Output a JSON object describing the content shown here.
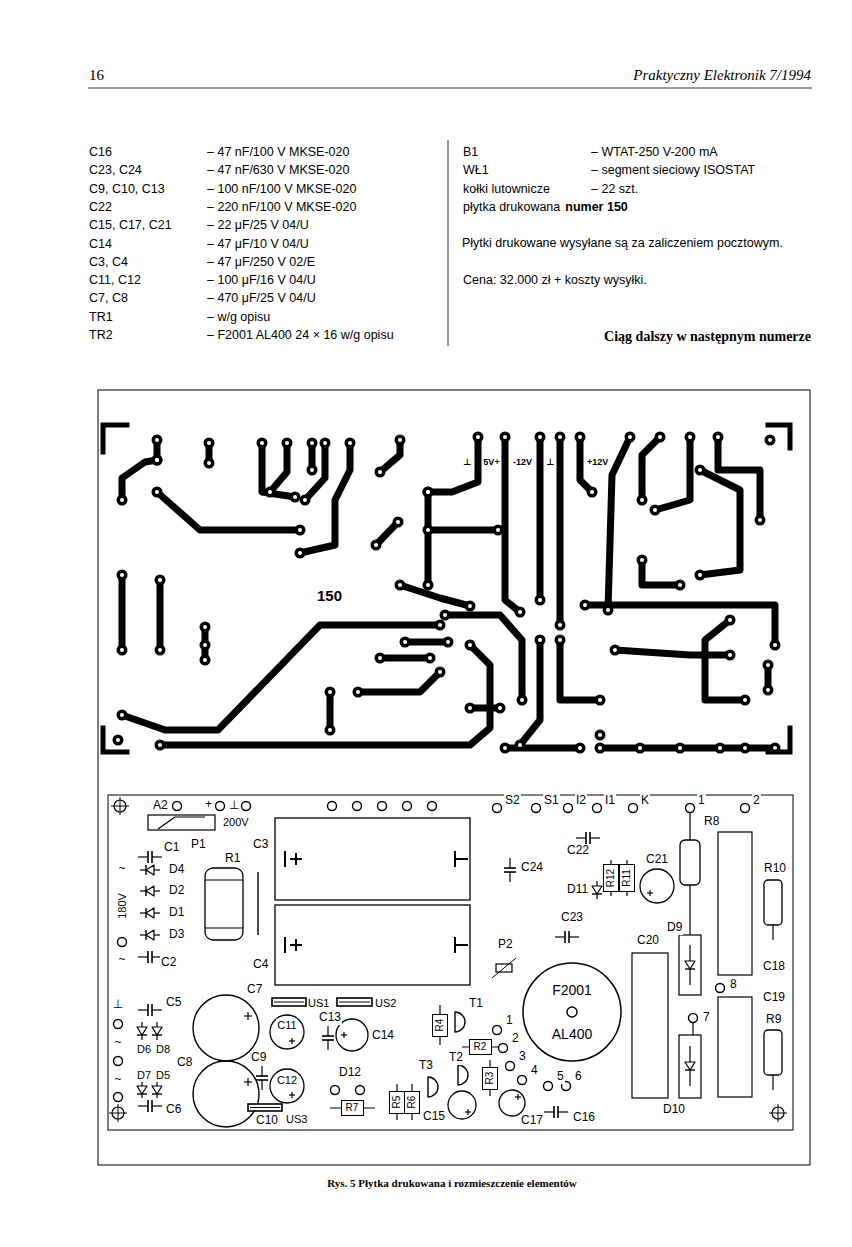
{
  "diagram": {
    "caption": "Rys. 5 Płytka drukowana i rozmieszczenie elementów",
    "nodes": [
      {
        "text": [
          "R12"
        ]
      },
      {
        "text": [
          "R11"
        ]
      },
      {
        "text": [
          "F2001",
          "AL400"
        ]
      },
      {
        "text": [
          "R4"
        ]
      },
      {
        "text": [
          "R2"
        ]
      },
      {
        "text": [
          "R3"
        ]
      },
      {
        "text": [
          "R5"
        ]
      },
      {
        "text": [
          "R6"
        ]
      },
      {
        "text": [
          "R7"
        ]
      }
    ],
    "labels": [
      "16",
      "Praktyczny Elektronik 7/1994",
      "C16",
      "– 47 nF/100 V MKSE-020",
      "C23, C24",
      "– 47 nF/630 V MKSE-020",
      "C9, C10, C13",
      "– 100 nF/100 V MKSE-020",
      "C22",
      "– 220 nF/100 V MKSE-020",
      "C15, C17, C21",
      "– 22 μF/25 V 04/U",
      "C14",
      "– 47 μF/10 V 04/U",
      "C3, C4",
      "– 47 μF/250 V 02/E",
      "C11, C12",
      "– 100 μF/16 V 04/U",
      "C7, C8",
      "– 470 μF/25 V 04/U",
      "TR1",
      "– w/g opisu",
      "TR2",
      "– F2001 AL400 24 × 16 w/g opisu",
      "B1",
      "– WTAT-250 V-200 mA",
      "WŁ1",
      "– segment sieciowy ISOSTAT",
      "kołki lutownicze",
      "– 22 szt.",
      "płytka drukowana",
      "numer 150",
      "Płytki drukowane wysyłane są za zaliczeniem pocztowym.",
      "Cena: 32.000 zł + koszty wysyłki.",
      "Ciąg dalszy w następnym numerze",
      "150",
      "⊥",
      "5V+",
      "-12V",
      "⊥",
      "+12V",
      "A2",
      "+",
      "⊥",
      "200V",
      "S2",
      "S1",
      "I2",
      "I1",
      "K",
      "1",
      "2",
      "C1",
      "P1",
      "R1",
      "C3",
      "D4",
      "D2",
      "D1",
      "D3",
      "~",
      "180V",
      "~",
      "C2",
      "C4",
      "P2",
      "C24",
      "C22",
      "C21",
      "R8",
      "D11",
      "C23",
      "C20",
      "R10",
      "D9",
      "C18",
      "8",
      "C19",
      "7",
      "R9",
      "D10",
      "⊥",
      "~",
      "~",
      "C5",
      "D6",
      "D8",
      "D7",
      "D5",
      "C6",
      "C7",
      "C8",
      "C9",
      "C10",
      "C11",
      "C12",
      "C13",
      "C14",
      "US1",
      "US2",
      "US3",
      "D12",
      "T3",
      "T2",
      "T1",
      "1",
      "2",
      "3",
      "4",
      "5",
      "6",
      "C15",
      "C17",
      "C16"
    ]
  }
}
